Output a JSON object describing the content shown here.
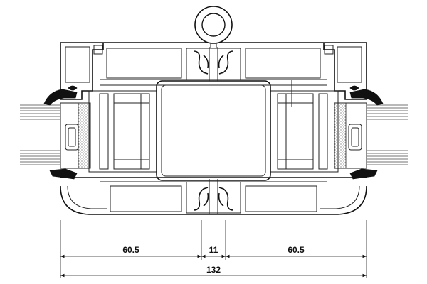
{
  "dimensions": {
    "left": "60.5",
    "middle": "11",
    "right": "60.5",
    "total": "132"
  }
}
